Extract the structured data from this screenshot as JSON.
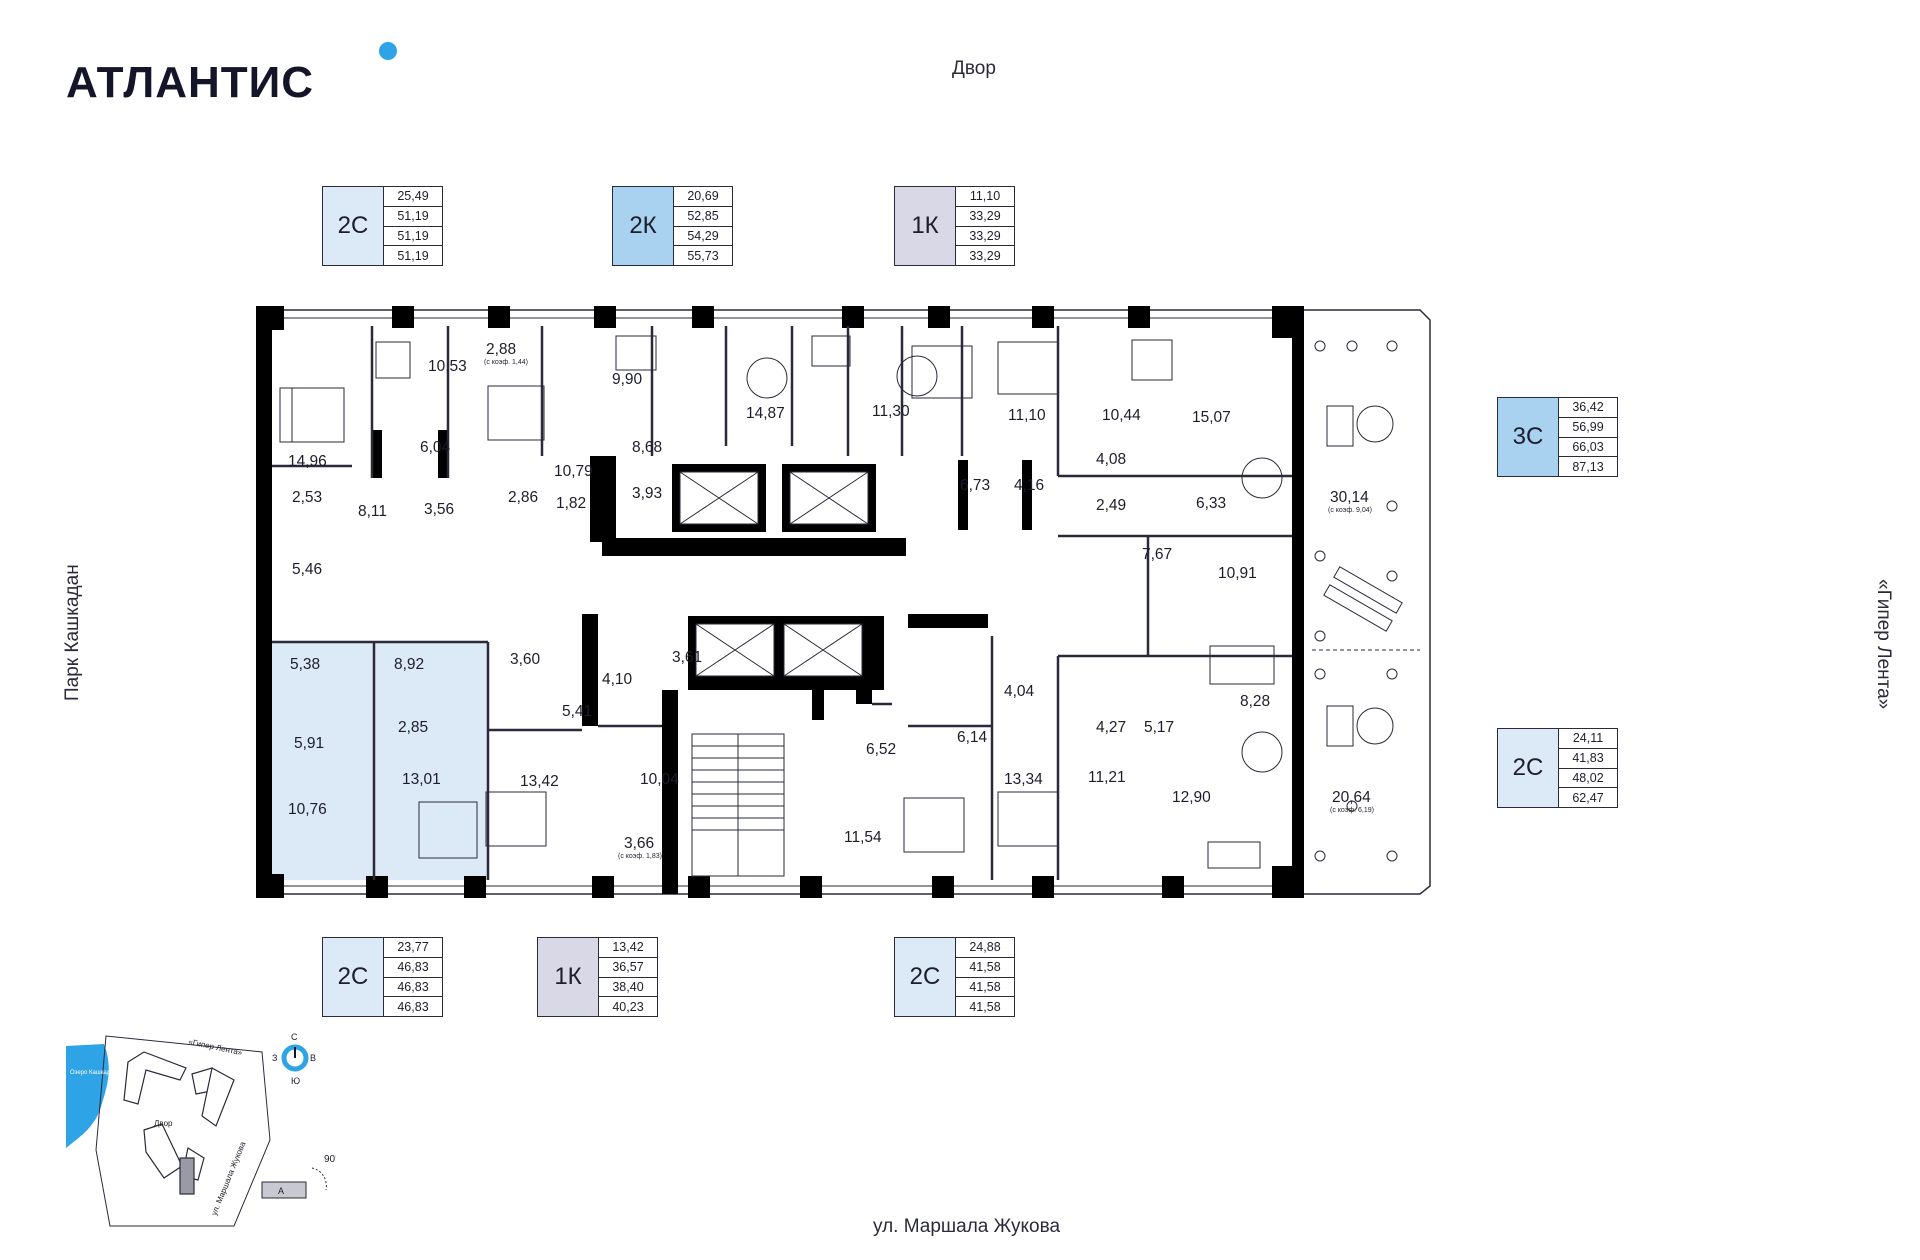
{
  "brand": {
    "name": "АТЛАНТИС",
    "dot_color": "#2ea3e6"
  },
  "sides": {
    "top": "Двор",
    "bottom": "ул. Маршала Жукова",
    "left": "Парк Кашкадан",
    "right": "«Гипер Лента»"
  },
  "colors": {
    "light_blue": "#dce9f6",
    "mid_blue": "#a9d2f1",
    "lavender": "#d8d8e6",
    "wall": "#000000",
    "line": "#2a2a3a"
  },
  "badges": [
    {
      "code": "2С",
      "values": [
        "25,49",
        "51,19",
        "51,19",
        "51,19"
      ],
      "color": "light_blue"
    },
    {
      "code": "2К",
      "values": [
        "20,69",
        "52,85",
        "54,29",
        "55,73"
      ],
      "color": "mid_blue"
    },
    {
      "code": "1К",
      "values": [
        "11,10",
        "33,29",
        "33,29",
        "33,29"
      ],
      "color": "lavender"
    },
    {
      "code": "3С",
      "values": [
        "36,42",
        "56,99",
        "66,03",
        "87,13"
      ],
      "color": "mid_blue"
    },
    {
      "code": "2С",
      "values": [
        "24,11",
        "41,83",
        "48,02",
        "62,47"
      ],
      "color": "light_blue"
    },
    {
      "code": "2С",
      "values": [
        "23,77",
        "46,83",
        "46,83",
        "46,83"
      ],
      "color": "light_blue"
    },
    {
      "code": "1К",
      "values": [
        "13,42",
        "36,57",
        "38,40",
        "40,23"
      ],
      "color": "lavender"
    },
    {
      "code": "2С",
      "values": [
        "24,88",
        "41,58",
        "41,58",
        "41,58"
      ],
      "color": "light_blue"
    }
  ],
  "rooms": {
    "r01": "14,96",
    "r02": "10,53",
    "r03": "2,88",
    "r03n": "(с коэф. 1,44)",
    "r04": "9,90",
    "r05": "14,87",
    "r06": "11,30",
    "r07": "11,10",
    "r08": "10,44",
    "r09": "15,07",
    "r10": "6,04",
    "r11": "10,79",
    "r12": "8,68",
    "r13": "4,08",
    "r14": "2,53",
    "r15": "8,11",
    "r16": "3,56",
    "r17": "2,86",
    "r18": "1,82",
    "r19": "3,93",
    "r20": "6,73",
    "r21": "4,16",
    "r22": "2,49",
    "r23": "6,33",
    "r24": "30,14",
    "r24n": "(с коэф. 9,04)",
    "r25": "5,46",
    "r26": "7,67",
    "r27": "10,91",
    "r28": "5,38",
    "r29": "8,92",
    "r30": "3,60",
    "r31": "4,10",
    "r32": "3,61",
    "r33": "5,41",
    "r34": "4,04",
    "r35": "8,28",
    "r36": "4,27",
    "r37": "5,17",
    "r38": "5,91",
    "r39": "2,85",
    "r40": "6,52",
    "r41": "6,14",
    "r42": "13,01",
    "r43": "13,42",
    "r44": "10,04",
    "r45": "13,34",
    "r46": "11,21",
    "r47": "12,90",
    "r48": "20,64",
    "r48n": "(с коэф. 6,19)",
    "r49": "10,76",
    "r50": "11,54",
    "r51": "3,66",
    "r51n": "(с коэф. 1,83)"
  },
  "minimap": {
    "lake": "Озеро Кашкадан",
    "store": "«Гипер Лента»",
    "yard": "Двор",
    "street": "ул. Маршала Жукова",
    "compass_n": "С",
    "compass_s": "Ю",
    "compass_w": "З",
    "compass_e": "В",
    "angle": "90°",
    "section": "А",
    "lake_color": "#2ea3e6"
  }
}
